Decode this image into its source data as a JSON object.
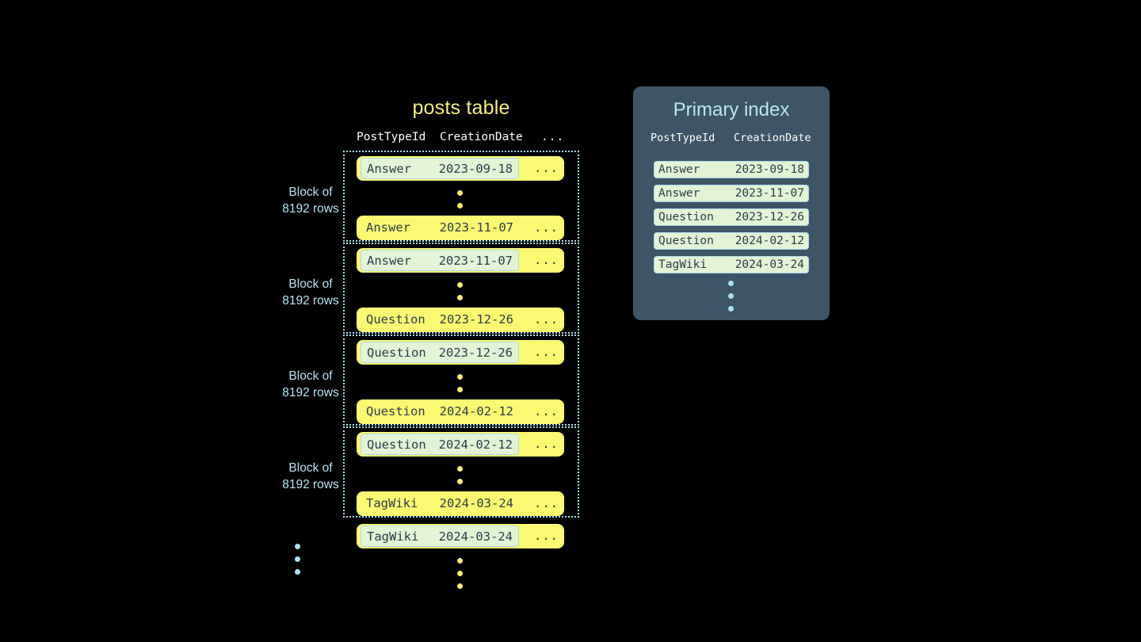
{
  "posts_table": {
    "title": "posts table",
    "columns": [
      "PostTypeId",
      "CreationDate",
      "..."
    ],
    "blocks": [
      {
        "label_line1": "Block of",
        "label_line2": "8192 rows",
        "first_row": {
          "type": "Answer",
          "date": "2023-09-18",
          "ellipsis": "...",
          "highlighted": true
        },
        "last_row": {
          "type": "Answer",
          "date": "2023-11-07",
          "ellipsis": "...",
          "highlighted": false
        }
      },
      {
        "label_line1": "Block of",
        "label_line2": "8192 rows",
        "first_row": {
          "type": "Answer",
          "date": "2023-11-07",
          "ellipsis": "...",
          "highlighted": true
        },
        "last_row": {
          "type": "Question",
          "date": "2023-12-26",
          "ellipsis": "...",
          "highlighted": false
        }
      },
      {
        "label_line1": "Block of",
        "label_line2": "8192 rows",
        "first_row": {
          "type": "Question",
          "date": "2023-12-26",
          "ellipsis": "...",
          "highlighted": true
        },
        "last_row": {
          "type": "Question",
          "date": "2024-02-12",
          "ellipsis": "...",
          "highlighted": false
        }
      },
      {
        "label_line1": "Block of",
        "label_line2": "8192 rows",
        "first_row": {
          "type": "Question",
          "date": "2024-02-12",
          "ellipsis": "...",
          "highlighted": true
        },
        "last_row": {
          "type": "TagWiki",
          "date": "2024-03-24",
          "ellipsis": "...",
          "highlighted": false
        }
      }
    ],
    "trailing_row": {
      "type": "TagWiki",
      "date": "2024-03-24",
      "ellipsis": "...",
      "highlighted": true
    }
  },
  "primary_index": {
    "title": "Primary index",
    "columns": [
      "PostTypeId",
      "CreationDate"
    ],
    "rows": [
      {
        "type": "Answer",
        "date": "2023-09-18"
      },
      {
        "type": "Answer",
        "date": "2023-11-07"
      },
      {
        "type": "Question",
        "date": "2023-12-26"
      },
      {
        "type": "Question",
        "date": "2024-02-12"
      },
      {
        "type": "TagWiki",
        "date": "2024-03-24"
      }
    ]
  },
  "colors": {
    "background": "#000000",
    "row_yellow": "#fbf871",
    "highlight_green": "#e3f3d6",
    "accent_blue": "#a8dcea",
    "panel_slate": "#3d5566",
    "title_yellow": "#f2f07a",
    "text_dark": "#2c3c4a"
  }
}
